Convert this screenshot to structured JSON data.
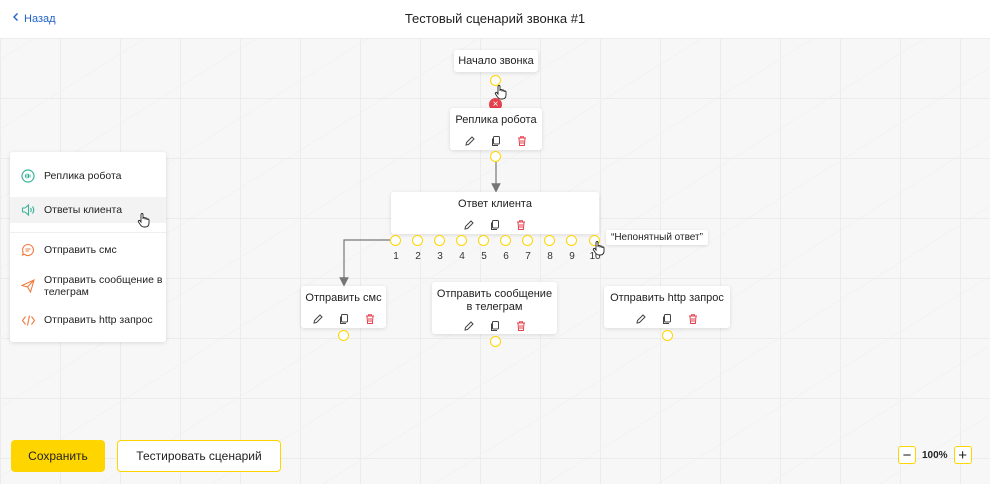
{
  "header": {
    "back_label": "Назад",
    "title": "Тестовый сценарий звонка #1"
  },
  "nodes": {
    "start": {
      "title": "Начало звонка"
    },
    "robot": {
      "title": "Реплика робота"
    },
    "answers": {
      "title": "Ответ клиента",
      "ports": [
        "1",
        "2",
        "3",
        "4",
        "5",
        "6",
        "7",
        "8",
        "9",
        "10"
      ],
      "hover_tooltip": "“Непонятный ответ”"
    },
    "sms": {
      "title": "Отправить смс"
    },
    "telegram": {
      "title": "Отправить сообщение в телеграм"
    },
    "http": {
      "title": "Отправить http запрос"
    }
  },
  "palette": {
    "items": [
      {
        "label": "Реплика робота",
        "icon": "robot-speech-icon"
      },
      {
        "label": "Ответы клиента",
        "icon": "speaker-icon"
      },
      {
        "label": "Отправить смс",
        "icon": "chat-bubble-icon"
      },
      {
        "label": "Отправить сообщение в телеграм",
        "icon": "paper-plane-icon"
      },
      {
        "label": "Отправить http запрос",
        "icon": "code-brackets-icon"
      }
    ]
  },
  "footer": {
    "save_label": "Сохранить",
    "test_label": "Тестировать сценарий"
  },
  "zoom": {
    "value": "100%",
    "minus": "−",
    "plus": "+"
  },
  "colors": {
    "accent": "#ffd500",
    "link": "#1f63c6",
    "danger": "#e5404e",
    "icon_green": "#3bb39a",
    "icon_orange": "#f07b3f"
  }
}
